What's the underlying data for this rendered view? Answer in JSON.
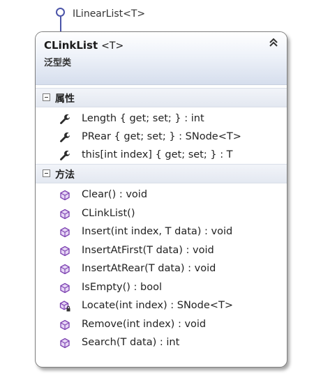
{
  "interface": {
    "label": "ILinearList<T>"
  },
  "class": {
    "name": "CLinkList",
    "generic": "<T>",
    "kind": "泛型类"
  },
  "sections": {
    "properties": {
      "title": "属性",
      "items": [
        "Length { get; set; } : int",
        "PRear { get; set; } : SNode<T>",
        "this[int index] { get; set; } : T"
      ]
    },
    "methods": {
      "title": "方法",
      "items": [
        "Clear() : void",
        "CLinkList()",
        "Insert(int index, T data) : void",
        "InsertAtFirst(T data) : void",
        "InsertAtRear(T data) : void",
        "IsEmpty() : bool",
        "Locate(int index) : SNode<T>",
        "Remove(int index) : void",
        "Search(T data) : int"
      ]
    }
  },
  "icons": {
    "interface": "interface-lollipop-icon",
    "collapse": "double-chevron-up-icon",
    "property": "wrench-icon",
    "method": "method-cube-icon",
    "private_method": "method-cube-lock-icon"
  },
  "colors": {
    "accent": "#4b54a8",
    "method_icon": "#7b3fb0",
    "header_gradient_end": "#d6deed"
  }
}
